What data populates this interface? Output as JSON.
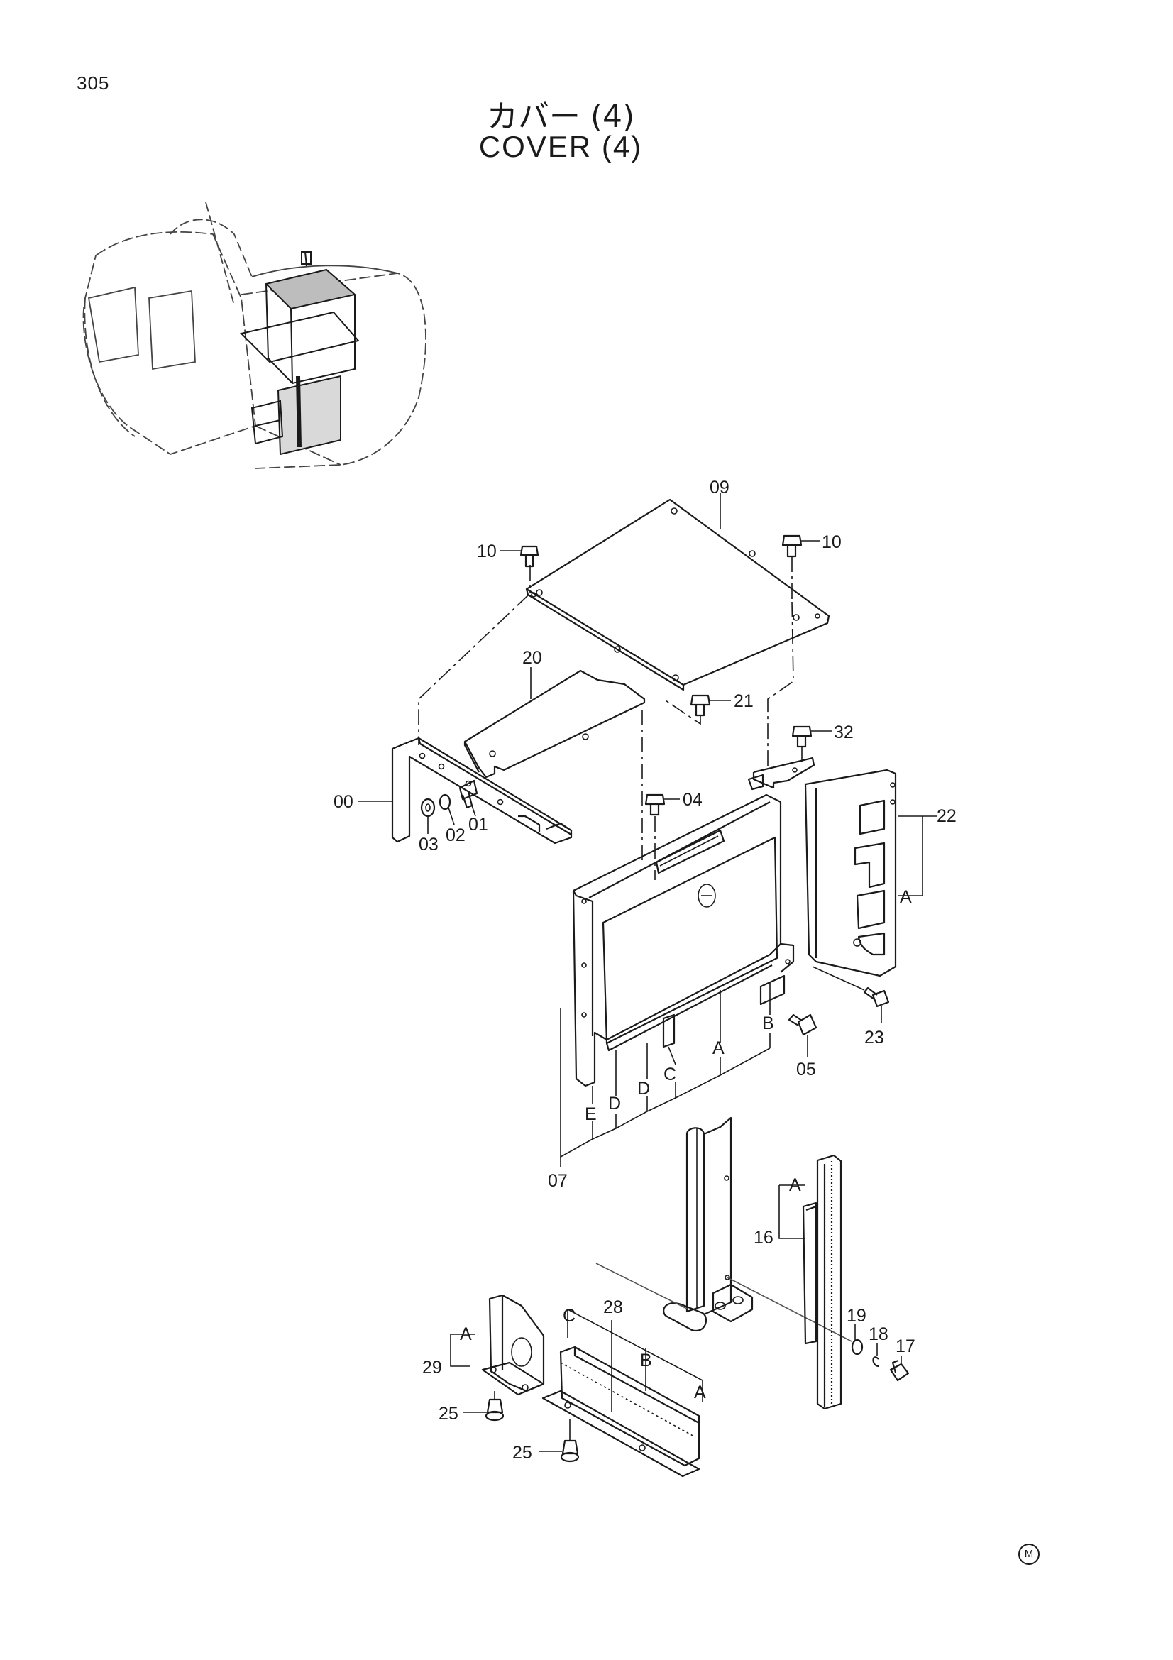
{
  "page_number": "305",
  "title_ja": "カバー (4)",
  "title_en": "COVER (4)",
  "callouts": {
    "p00": "00",
    "p01": "01",
    "p02": "02",
    "p03": "03",
    "p04": "04",
    "p05": "05",
    "p07": "07",
    "p09": "09",
    "p10a": "10",
    "p10b": "10",
    "p16": "16",
    "p17": "17",
    "p18": "18",
    "p19": "19",
    "p20": "20",
    "p21": "21",
    "p22": "22",
    "p23": "23",
    "p25a": "25",
    "p25b": "25",
    "p28": "28",
    "p29": "29",
    "p32": "32"
  },
  "letters": {
    "A1": "A",
    "A2": "A",
    "A3": "A",
    "A4": "A",
    "A5": "A",
    "B1": "B",
    "B2": "B",
    "C1": "C",
    "C2": "C",
    "D1": "D",
    "D2": "D",
    "E1": "E"
  },
  "corner_mark": "M"
}
